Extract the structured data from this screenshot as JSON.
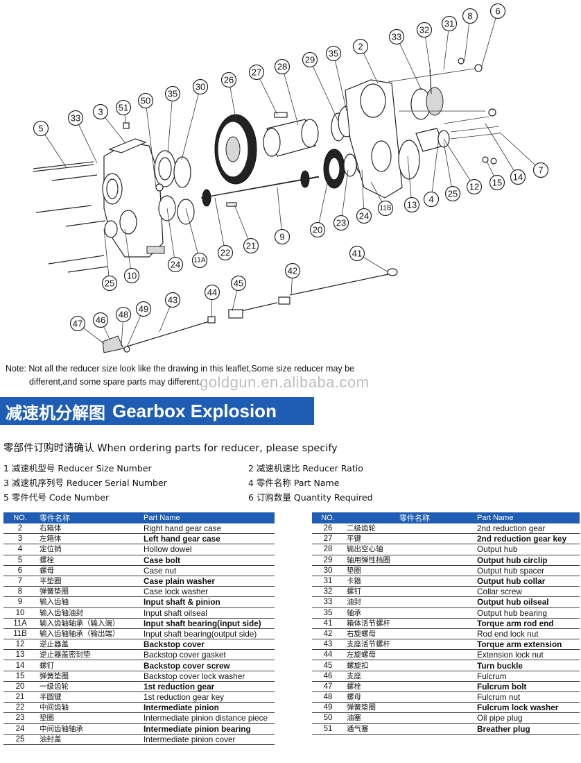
{
  "diagram": {
    "callouts": [
      "2",
      "3",
      "4",
      "5",
      "6",
      "7",
      "8",
      "9",
      "10",
      "11A",
      "11B",
      "12",
      "13",
      "14",
      "15",
      "20",
      "21",
      "22",
      "23",
      "24",
      "24",
      "25",
      "25",
      "26",
      "27",
      "28",
      "29",
      "30",
      "31",
      "32",
      "33",
      "33",
      "35",
      "35",
      "41",
      "42",
      "43",
      "44",
      "45",
      "46",
      "47",
      "48",
      "49",
      "50",
      "51"
    ]
  },
  "note": {
    "line1": "Note: Not all the reducer size look like the drawing in this leaflet,Some size reducer may be",
    "line2": "different,and some spare parts may different."
  },
  "watermark": "goldgun.en.alibaba.com",
  "banner": {
    "cn": "减速机分解图",
    "en": "Gearbox Explosion"
  },
  "specify": "零部件订购时请确认 When ordering parts for reducer, please specify",
  "spec_items": [
    "1 减速机型号 Reducer Size Number",
    "2 减速机速比 Reducer Ratio",
    "3 减速机序列号 Reducer Serial Number",
    "4 零件名称 Part Name",
    "5 零件代号 Code Number",
    "6 订购数量 Quantity Required"
  ],
  "table_headers": {
    "no": "NO.",
    "cn": "零件名称",
    "en": "Part Name"
  },
  "left_table": [
    {
      "no": "2",
      "cn": "右箱体",
      "en": "Right hand gear case",
      "bold": false
    },
    {
      "no": "3",
      "cn": "左箱体",
      "en": "Left hand gear case",
      "bold": true
    },
    {
      "no": "4",
      "cn": "定位销",
      "en": "Hollow dowel",
      "bold": false
    },
    {
      "no": "5",
      "cn": "螺栓",
      "en": "Case bolt",
      "bold": true
    },
    {
      "no": "6",
      "cn": "螺母",
      "en": "Case nut",
      "bold": false
    },
    {
      "no": "7",
      "cn": "平垫圈",
      "en": "Case plain washer",
      "bold": true
    },
    {
      "no": "8",
      "cn": "弹簧垫圈",
      "en": "Case lock washer",
      "bold": false
    },
    {
      "no": "9",
      "cn": "输入齿轴",
      "en": "Input shaft & pinion",
      "bold": true
    },
    {
      "no": "10",
      "cn": "输入齿轴油封",
      "en": "Input shaft oilseal",
      "bold": false
    },
    {
      "no": "11A",
      "cn": "输入齿轴轴承（输入端）",
      "en": "Input shaft bearing(input side)",
      "bold": true
    },
    {
      "no": "11B",
      "cn": "输入齿轴轴承（输出端）",
      "en": "Input shaft bearing(output side)",
      "bold": false
    },
    {
      "no": "12",
      "cn": "逆止器盖",
      "en": "Backstop cover",
      "bold": true
    },
    {
      "no": "13",
      "cn": "逆止器盖密封垫",
      "en": "Backstop cover gasket",
      "bold": false
    },
    {
      "no": "14",
      "cn": "螺钉",
      "en": "Backstop cover screw",
      "bold": true
    },
    {
      "no": "15",
      "cn": "弹簧垫圈",
      "en": "Backstop cover lock washer",
      "bold": false
    },
    {
      "no": "20",
      "cn": "一级齿轮",
      "en": "1st reduction gear",
      "bold": true
    },
    {
      "no": "21",
      "cn": "半圆键",
      "en": "1st reduction gear key",
      "bold": false
    },
    {
      "no": "22",
      "cn": "中间齿轴",
      "en": "Intermediate pinion",
      "bold": true
    },
    {
      "no": "23",
      "cn": "垫圈",
      "en": "Intermediate pinion distance piece",
      "bold": false
    },
    {
      "no": "24",
      "cn": "中间齿轴轴承",
      "en": "Intermediate pinion bearing",
      "bold": true
    },
    {
      "no": "25",
      "cn": "油封盖",
      "en": "Intermediate pinion cover",
      "bold": false
    }
  ],
  "right_table": [
    {
      "no": "26",
      "cn": "二级齿轮",
      "en": "2nd reduction gear",
      "bold": false
    },
    {
      "no": "27",
      "cn": "平键",
      "en": "2nd reduction gear key",
      "bold": true
    },
    {
      "no": "28",
      "cn": "输出空心轴",
      "en": "Output hub",
      "bold": false
    },
    {
      "no": "29",
      "cn": "轴用弹性挡圈",
      "en": "Output hub circlip",
      "bold": true
    },
    {
      "no": "30",
      "cn": "垫圈",
      "en": "Output hub spacer",
      "bold": false
    },
    {
      "no": "31",
      "cn": "卡箍",
      "en": "Output hub collar",
      "bold": true
    },
    {
      "no": "32",
      "cn": "螺钉",
      "en": "Collar screw",
      "bold": false
    },
    {
      "no": "33",
      "cn": "油封",
      "en": "Output hub oilseal",
      "bold": true
    },
    {
      "no": "35",
      "cn": "轴承",
      "en": "Output hub bearing",
      "bold": false
    },
    {
      "no": "41",
      "cn": "箱体活节螺杆",
      "en": "Torque arm rod end",
      "bold": true
    },
    {
      "no": "42",
      "cn": "右旋螺母",
      "en": "Rod end lock nut",
      "bold": false
    },
    {
      "no": "43",
      "cn": "支座活节螺杆",
      "en": "Torque arm extension",
      "bold": true
    },
    {
      "no": "44",
      "cn": "左旋螺母",
      "en": "Extension lock nut",
      "bold": false
    },
    {
      "no": "45",
      "cn": "螺旋扣",
      "en": "Turn buckle",
      "bold": true
    },
    {
      "no": "46",
      "cn": "支座",
      "en": "Fulcrum",
      "bold": false
    },
    {
      "no": "47",
      "cn": "螺栓",
      "en": "Fulcrum bolt",
      "bold": true
    },
    {
      "no": "48",
      "cn": "螺母",
      "en": "Fulcrum nut",
      "bold": false
    },
    {
      "no": "49",
      "cn": "弹簧垫圈",
      "en": "Fulcrum lock washer",
      "bold": true
    },
    {
      "no": "50",
      "cn": "油塞",
      "en": "Oil pipe plug",
      "bold": false
    },
    {
      "no": "51",
      "cn": "通气塞",
      "en": "Breather plug",
      "bold": true
    }
  ]
}
